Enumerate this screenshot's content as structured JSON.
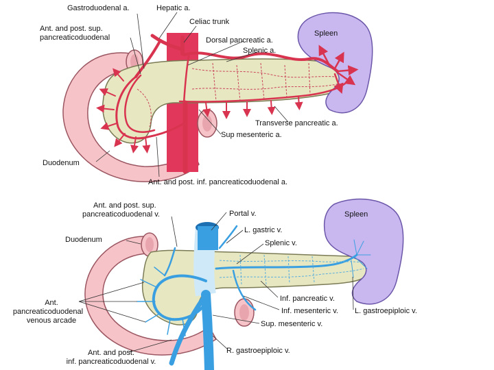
{
  "colors": {
    "artery": "#d8344f",
    "artery_dark": "#a3162f",
    "vein": "#3a9fe0",
    "vein_dark": "#1c6fb0",
    "vein_light": "#cfe9f8",
    "pancreas": "#e7e7c1",
    "pancreas_edge": "#7a7a55",
    "duodenum": "#f6c3c8",
    "duodenum_edge": "#9a5560",
    "spleen": "#c9b8f0",
    "spleen_edge": "#6a55a8"
  },
  "top": {
    "gastroduodenal": "Gastroduodenal a.",
    "hepatic": "Hepatic a.",
    "celiac": "Celiac trunk",
    "sup_pancreatico_1": "Ant. and post. sup.",
    "sup_pancreatico_2": "pancreaticoduodenal",
    "dorsal_pancreatic": "Dorsal pancreatic a.",
    "splenic": "Splenic a.",
    "spleen": "Spleen",
    "transverse_pancreatic": "Transverse pancreatic a.",
    "sup_mesenteric": "Sup mesenteric a.",
    "duodenum": "Duodenum",
    "inf_pancreatico": "Ant. and post. inf. pancreaticoduodenal a."
  },
  "bottom": {
    "sup_pancreatico_1": "Ant. and post. sup.",
    "sup_pancreatico_2": "pancreaticoduodenal v.",
    "portal": "Portal v.",
    "spleen": "Spleen",
    "duodenum": "Duodenum",
    "l_gastric": "L. gastric v.",
    "splenic": "Splenic v.",
    "arcade_1": "Ant.",
    "arcade_2": "pancreaticoduodenal",
    "arcade_3": "venous arcade",
    "inf_pancreatic": "Inf. pancreatic v.",
    "inf_mesenteric": "Inf. mesenteric v.",
    "l_gastroepiploic": "L. gastroepiploic v.",
    "sup_mesenteric": "Sup. mesenteric v.",
    "inf_pancreatico_1": "Ant. and post.",
    "inf_pancreatico_2": "inf. pancreaticoduodenal v.",
    "r_gastroepiploic": "R. gastroepiploic v."
  }
}
